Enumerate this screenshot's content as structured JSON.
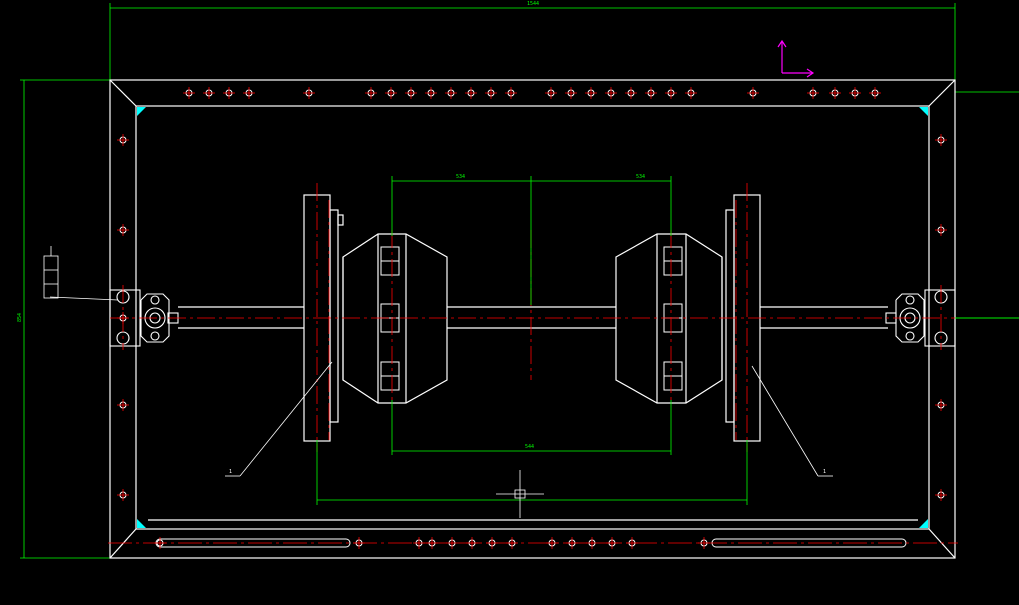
{
  "colors": {
    "background": "#000000",
    "outline": "#ffffff",
    "dimension": "#00ff00",
    "centerline": "#ff0000",
    "corner_fill": "#00ffff",
    "ucs": "#ff00ff"
  },
  "dimensions": {
    "overall_width": "1544",
    "overall_height": "854",
    "left_span": "534",
    "right_span": "534",
    "lower_span": "544"
  },
  "part_labels": {
    "left_leader": "1",
    "right_leader": "1"
  },
  "icons": [
    "ucs-icon",
    "mounting-hole-icon",
    "gear-coupling-icon",
    "grip-clip-icon"
  ]
}
